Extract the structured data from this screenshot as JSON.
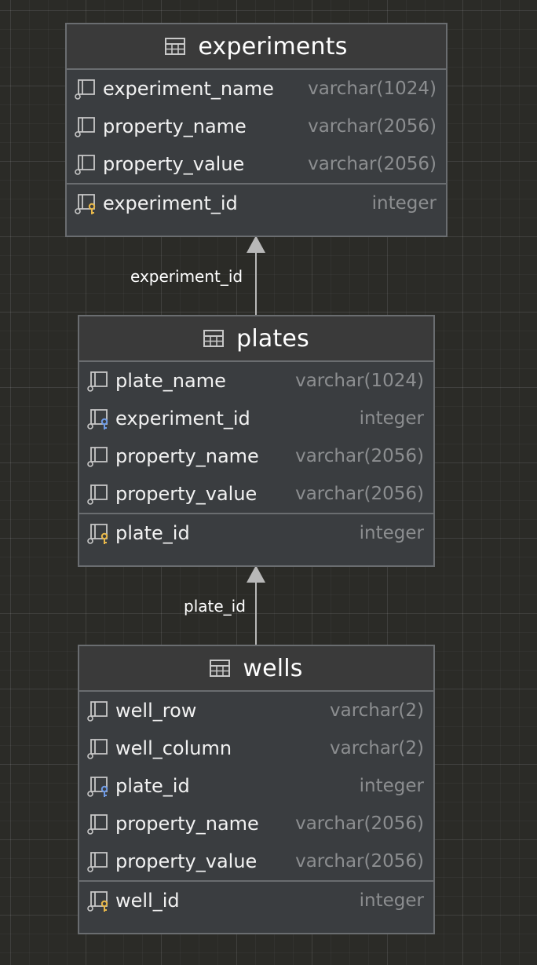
{
  "tables": {
    "experiments": {
      "title": "experiments",
      "columns": [
        {
          "name": "experiment_name",
          "type": "varchar(1024)",
          "icon": "column-icon"
        },
        {
          "name": "property_name",
          "type": "varchar(2056)",
          "icon": "column-icon"
        },
        {
          "name": "property_value",
          "type": "varchar(2056)",
          "icon": "column-icon"
        }
      ],
      "primary_key": {
        "name": "experiment_id",
        "type": "integer",
        "icon": "primary-key-icon"
      }
    },
    "plates": {
      "title": "plates",
      "columns": [
        {
          "name": "plate_name",
          "type": "varchar(1024)",
          "icon": "column-icon"
        },
        {
          "name": "experiment_id",
          "type": "integer",
          "icon": "foreign-key-icon"
        },
        {
          "name": "property_name",
          "type": "varchar(2056)",
          "icon": "column-icon"
        },
        {
          "name": "property_value",
          "type": "varchar(2056)",
          "icon": "column-icon"
        }
      ],
      "primary_key": {
        "name": "plate_id",
        "type": "integer",
        "icon": "primary-key-icon"
      }
    },
    "wells": {
      "title": "wells",
      "columns": [
        {
          "name": "well_row",
          "type": "varchar(2)",
          "icon": "column-icon"
        },
        {
          "name": "well_column",
          "type": "varchar(2)",
          "icon": "column-icon"
        },
        {
          "name": "plate_id",
          "type": "integer",
          "icon": "foreign-key-icon"
        },
        {
          "name": "property_name",
          "type": "varchar(2056)",
          "icon": "column-icon"
        },
        {
          "name": "property_value",
          "type": "varchar(2056)",
          "icon": "column-icon"
        }
      ],
      "primary_key": {
        "name": "well_id",
        "type": "integer",
        "icon": "primary-key-icon"
      }
    }
  },
  "relationships": [
    {
      "from": "plates",
      "to": "experiments",
      "label": "experiment_id"
    },
    {
      "from": "wells",
      "to": "plates",
      "label": "plate_id"
    }
  ],
  "colors": {
    "background": "#2b2b27",
    "table_body": "#3a3d40",
    "table_border": "#6a6d70",
    "column_name": "#f2f2f2",
    "column_type": "#8c8e90",
    "primary_key": "#e8b84a",
    "foreign_key": "#6f9be6",
    "connector": "#b8b8b8"
  }
}
